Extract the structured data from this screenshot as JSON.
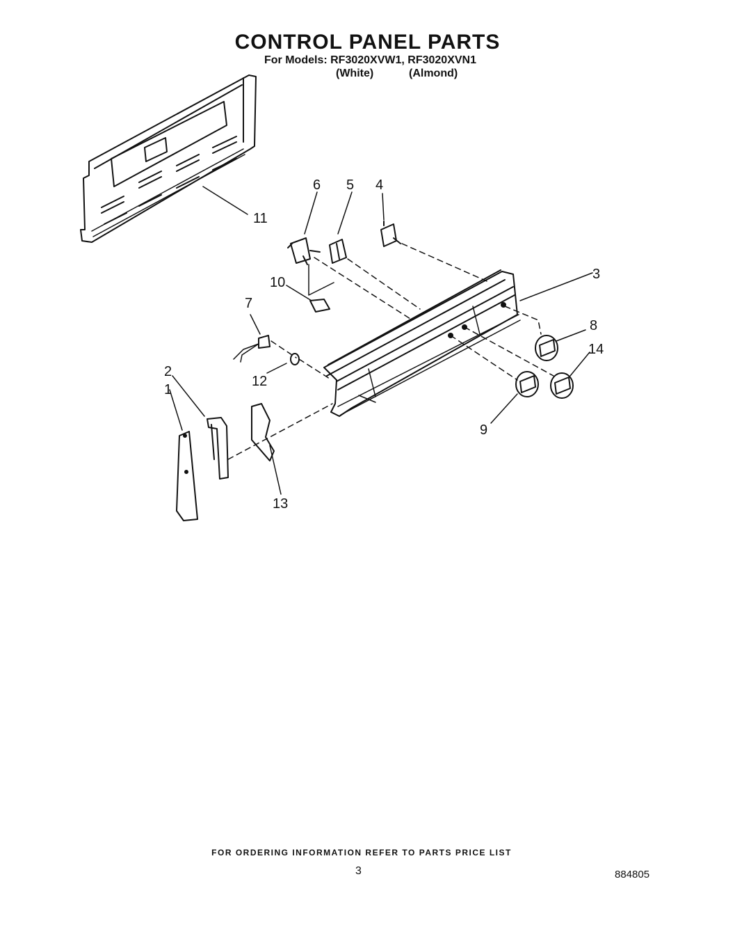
{
  "header": {
    "title": "CONTROL PANEL PARTS",
    "models_line": "For Models: RF3020XVW1, RF3020XVN1",
    "variants": [
      "(White)",
      "(Almond)"
    ]
  },
  "diagram": {
    "callouts": [
      "1",
      "2",
      "3",
      "4",
      "5",
      "6",
      "7",
      "8",
      "9",
      "10",
      "11",
      "12",
      "13",
      "14"
    ]
  },
  "footer": {
    "ordering_note": "FOR ORDERING INFORMATION REFER TO PARTS PRICE LIST",
    "page_number": "3",
    "document_number": "884805"
  }
}
